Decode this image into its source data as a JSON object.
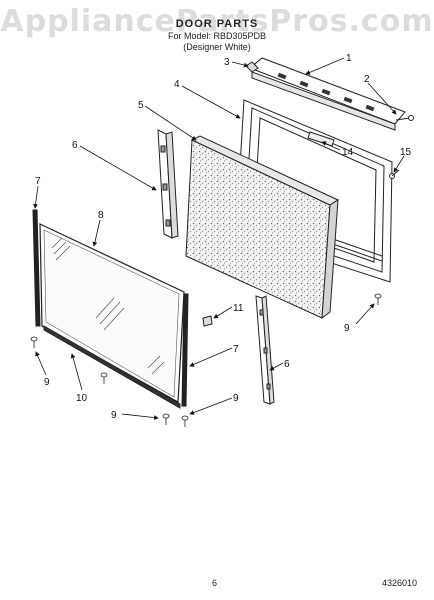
{
  "watermark": "AppliancePartsPros.com",
  "header": {
    "title": "DOOR PARTS",
    "subtitle": "For Model: RBD305PDB",
    "color_note": "(Designer White)"
  },
  "callouts": [
    "1",
    "2",
    "3",
    "4",
    "5",
    "6",
    "7",
    "8",
    "9",
    "10",
    "11",
    "14",
    "15"
  ],
  "footer": {
    "page": "6",
    "code": "4326010"
  }
}
